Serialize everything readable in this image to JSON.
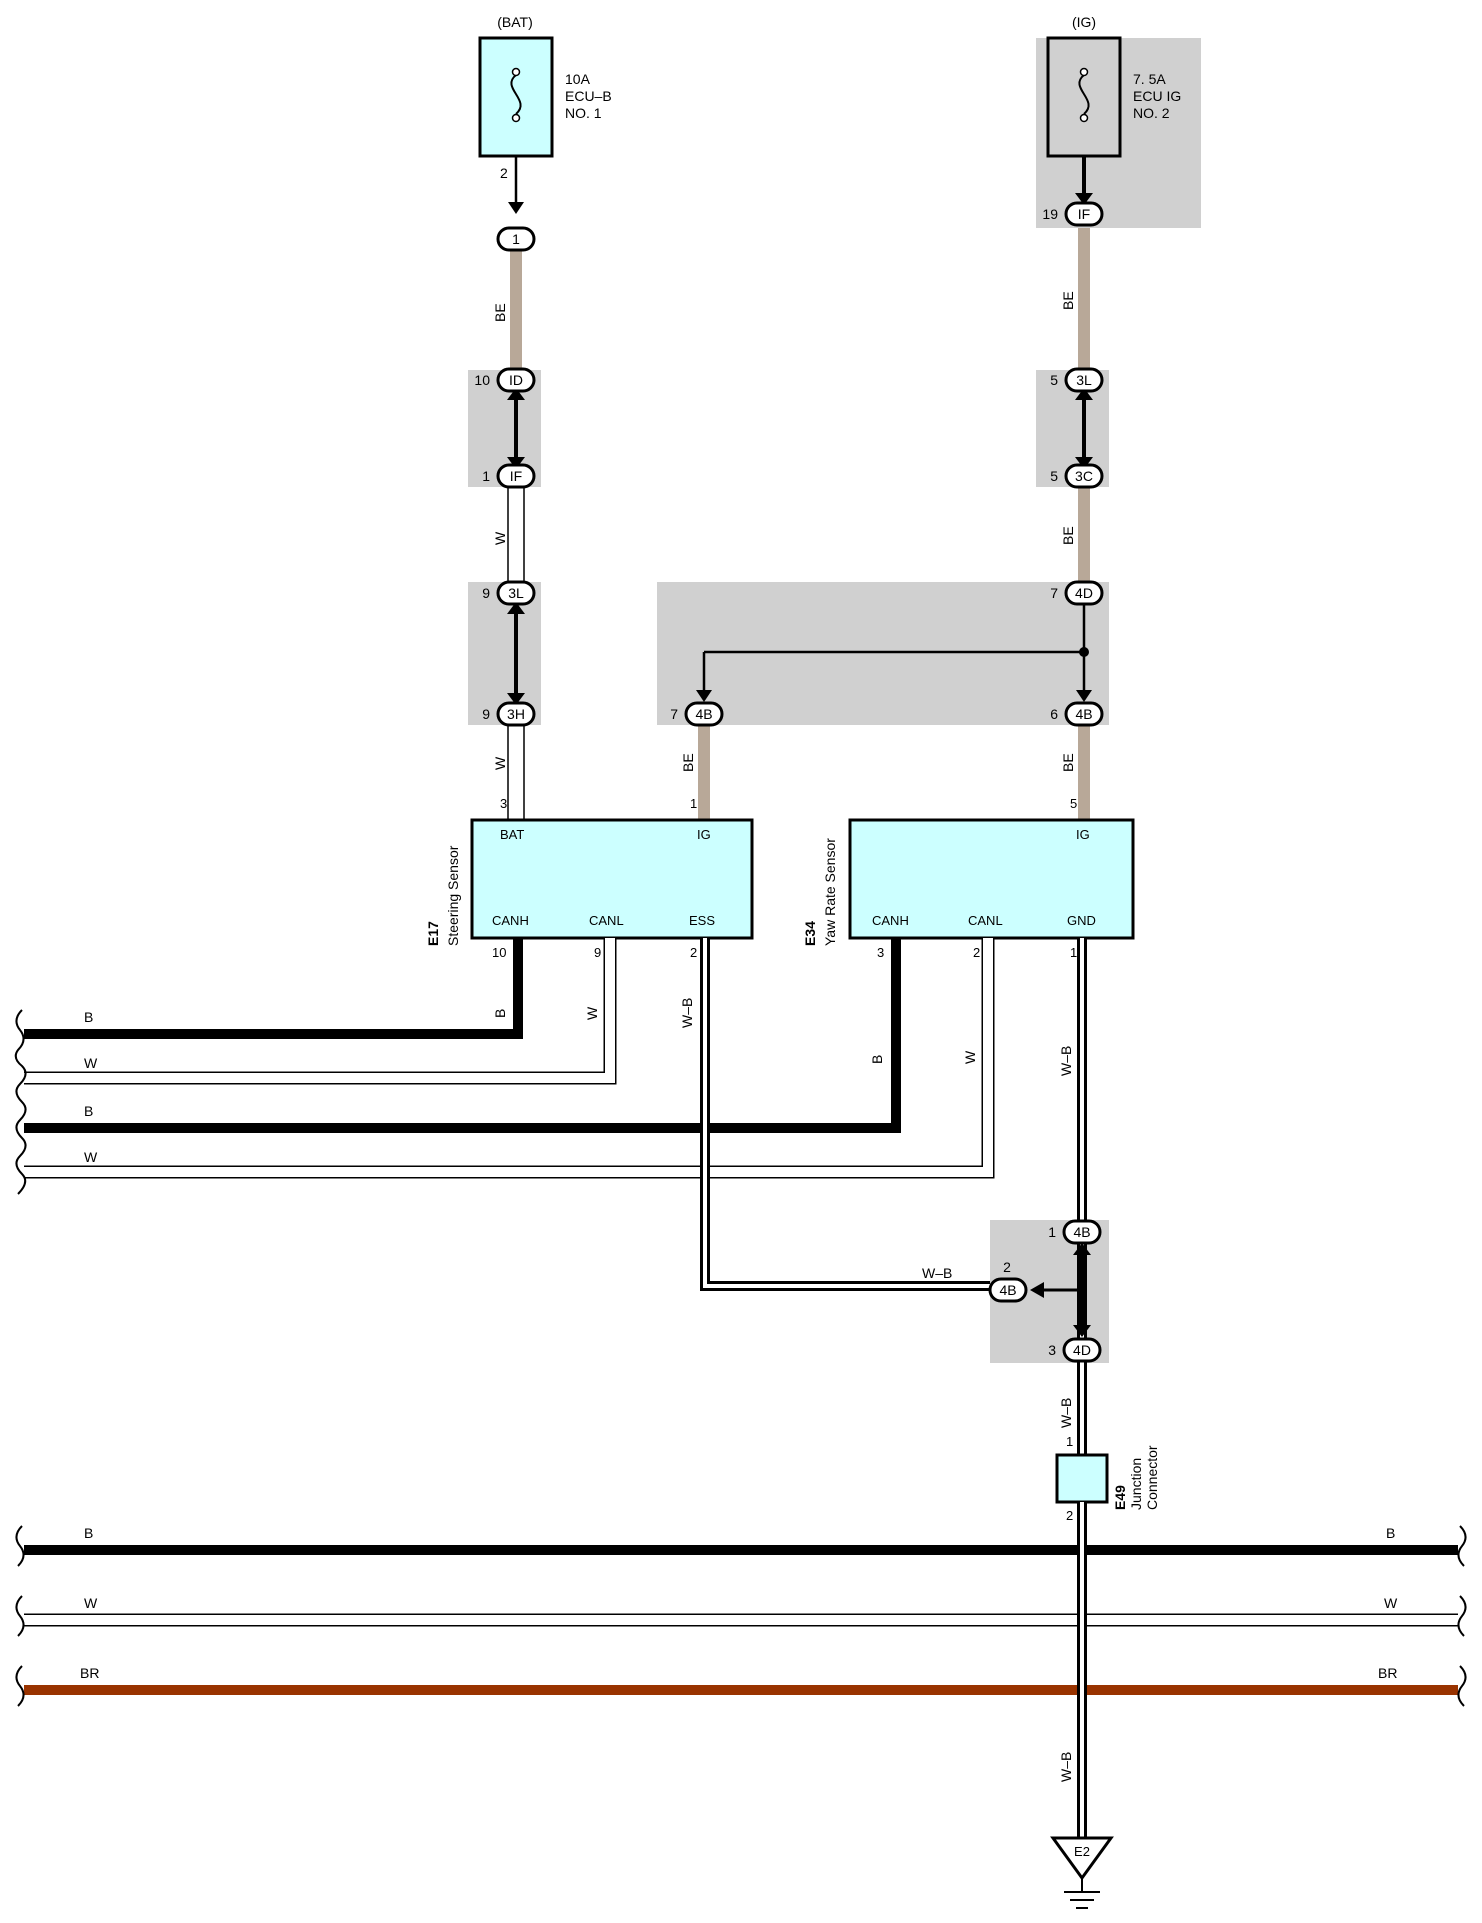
{
  "colors": {
    "shade": "#d0d0d0",
    "component_fill": "#ccffff",
    "wire_black": "#000000",
    "wire_white": "#ffffff",
    "wire_beige": "#b8a898",
    "wire_brown": "#993300"
  },
  "fuses": {
    "bat": {
      "header": "(BAT)",
      "rating": "10A",
      "name": "ECU–B",
      "num": "NO. 1",
      "pin": "2"
    },
    "ig": {
      "header": "(IG)",
      "rating": "7. 5A",
      "name": "ECU IG",
      "num": "NO. 2"
    }
  },
  "connectors": {
    "c_1": {
      "code": "1"
    },
    "c_id": {
      "code": "ID",
      "pin": "10"
    },
    "c_if_l": {
      "code": "IF",
      "pin": "1"
    },
    "c_3l_l": {
      "code": "3L",
      "pin": "9"
    },
    "c_3h": {
      "code": "3H",
      "pin": "9"
    },
    "c_if_r": {
      "code": "IF",
      "pin": "19"
    },
    "c_3l_r": {
      "code": "3L",
      "pin": "5"
    },
    "c_3c": {
      "code": "3C",
      "pin": "5"
    },
    "c_4d_t": {
      "code": "4D",
      "pin": "7"
    },
    "c_4b_7": {
      "code": "4B",
      "pin": "7"
    },
    "c_4b_6": {
      "code": "4B",
      "pin": "6"
    },
    "c_4b_1": {
      "code": "4B",
      "pin": "1"
    },
    "c_4b_2": {
      "code": "4B",
      "pin": "2"
    },
    "c_4d_3": {
      "code": "4D",
      "pin": "3"
    }
  },
  "wire_labels": {
    "be_1": "BE",
    "w_1": "W",
    "be_2": "BE",
    "w_2": "W",
    "be_3": "BE",
    "be_4": "BE",
    "be_5": "BE",
    "b_canh17": "B",
    "w_canl17": "W",
    "wb_ess": "W–B",
    "b_canh34": "B",
    "w_canl34": "W",
    "wb_gnd": "W–B",
    "wb_j": "W–B",
    "wb_e49": "W–B",
    "wb_bottom": "W–B"
  },
  "bus": {
    "b1": "B",
    "w1": "W",
    "b2": "B",
    "w2": "W",
    "b3": "B",
    "b3r": "B",
    "w3": "W",
    "w3r": "W",
    "br": "BR",
    "brr": "BR"
  },
  "steering_sensor": {
    "code": "E17",
    "name": "Steering Sensor",
    "bat": "BAT",
    "ig": "IG",
    "canh": "CANH",
    "canl": "CANL",
    "ess": "ESS",
    "pin_bat": "3",
    "pin_ig": "1",
    "pin_canh": "10",
    "pin_canl": "9",
    "pin_ess": "2"
  },
  "yaw_rate_sensor": {
    "code": "E34",
    "name": "Yaw Rate Sensor",
    "ig": "IG",
    "canh": "CANH",
    "canl": "CANL",
    "gnd": "GND",
    "pin_ig": "5",
    "pin_canh": "3",
    "pin_canl": "2",
    "pin_gnd": "1"
  },
  "junction_connector": {
    "code": "E49",
    "line1": "Junction",
    "line2": "Connector",
    "pin_top": "1",
    "pin_bottom": "2"
  },
  "ground": {
    "label": "E2"
  }
}
